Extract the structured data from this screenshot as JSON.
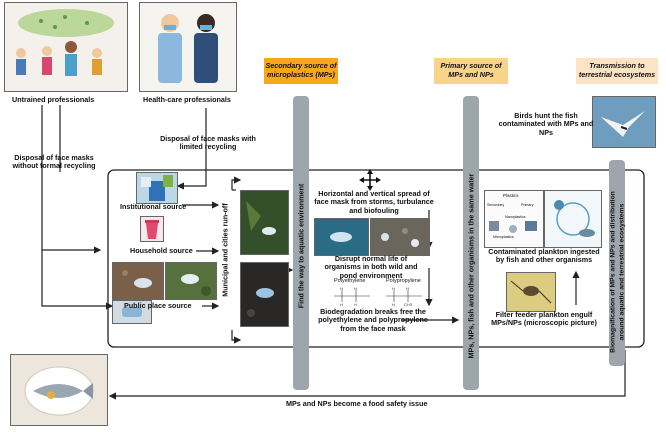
{
  "groups": {
    "untrained": "Untrained professionals",
    "health": "Health-care professionals"
  },
  "disposal": {
    "limited": "Disposal of face masks with limited recycling",
    "informal": "Disposal of face masks without formal recycling"
  },
  "sources": {
    "institutional": "Institutional source",
    "household": "Household source",
    "public": "Public place source",
    "runoff": "Municipal and cities run-off"
  },
  "pillars": {
    "aquatic": "Find the way to aquatic environment",
    "water": "MPs, NPs, fish and other organisms in the same water",
    "biomag": "Biomagnification of MPs and NPs and distribution around aquatic and terrestrial ecosystems"
  },
  "headers": {
    "secondary": "Secondary source of microplastics (MPs)",
    "primary": "Primary source of MPs and NPs",
    "transmission": "Transmission to terrestrial ecosystems"
  },
  "middle": {
    "spread": "Horizontal and vertical spread of face mask from storms, turbulance and biofouling",
    "disrupt": "Disrupt normal life of organisms in both wild and pond environment",
    "polyethylene": "Polyethylene",
    "polypropylene": "Polypropylene",
    "degradation": "Biodegradation breaks free the polyethylene and polypropylene from the face mask"
  },
  "right": {
    "birds": "Birds hunt the fish contaminated with MPs and NPs",
    "plankton": "Contaminated plankton ingested by fish and other organisms",
    "filter": "Filter feeder plankton engulf MPs/NPs (microscopic picture)",
    "inset_labels": [
      "Plastics",
      "Secondary",
      "Primary",
      "Nanoplastics",
      "Microplastics"
    ]
  },
  "bottom": {
    "food": "MPs and NPs become a food safety issue"
  },
  "colors": {
    "pillar": "#9ea6ad",
    "orange_tag": "#f5a81c",
    "yellow_tag": "#f8d38a",
    "peach_tag": "#fbe3c4",
    "frame": "#222222"
  },
  "icons": {
    "spread": "four-way-arrow-icon"
  }
}
